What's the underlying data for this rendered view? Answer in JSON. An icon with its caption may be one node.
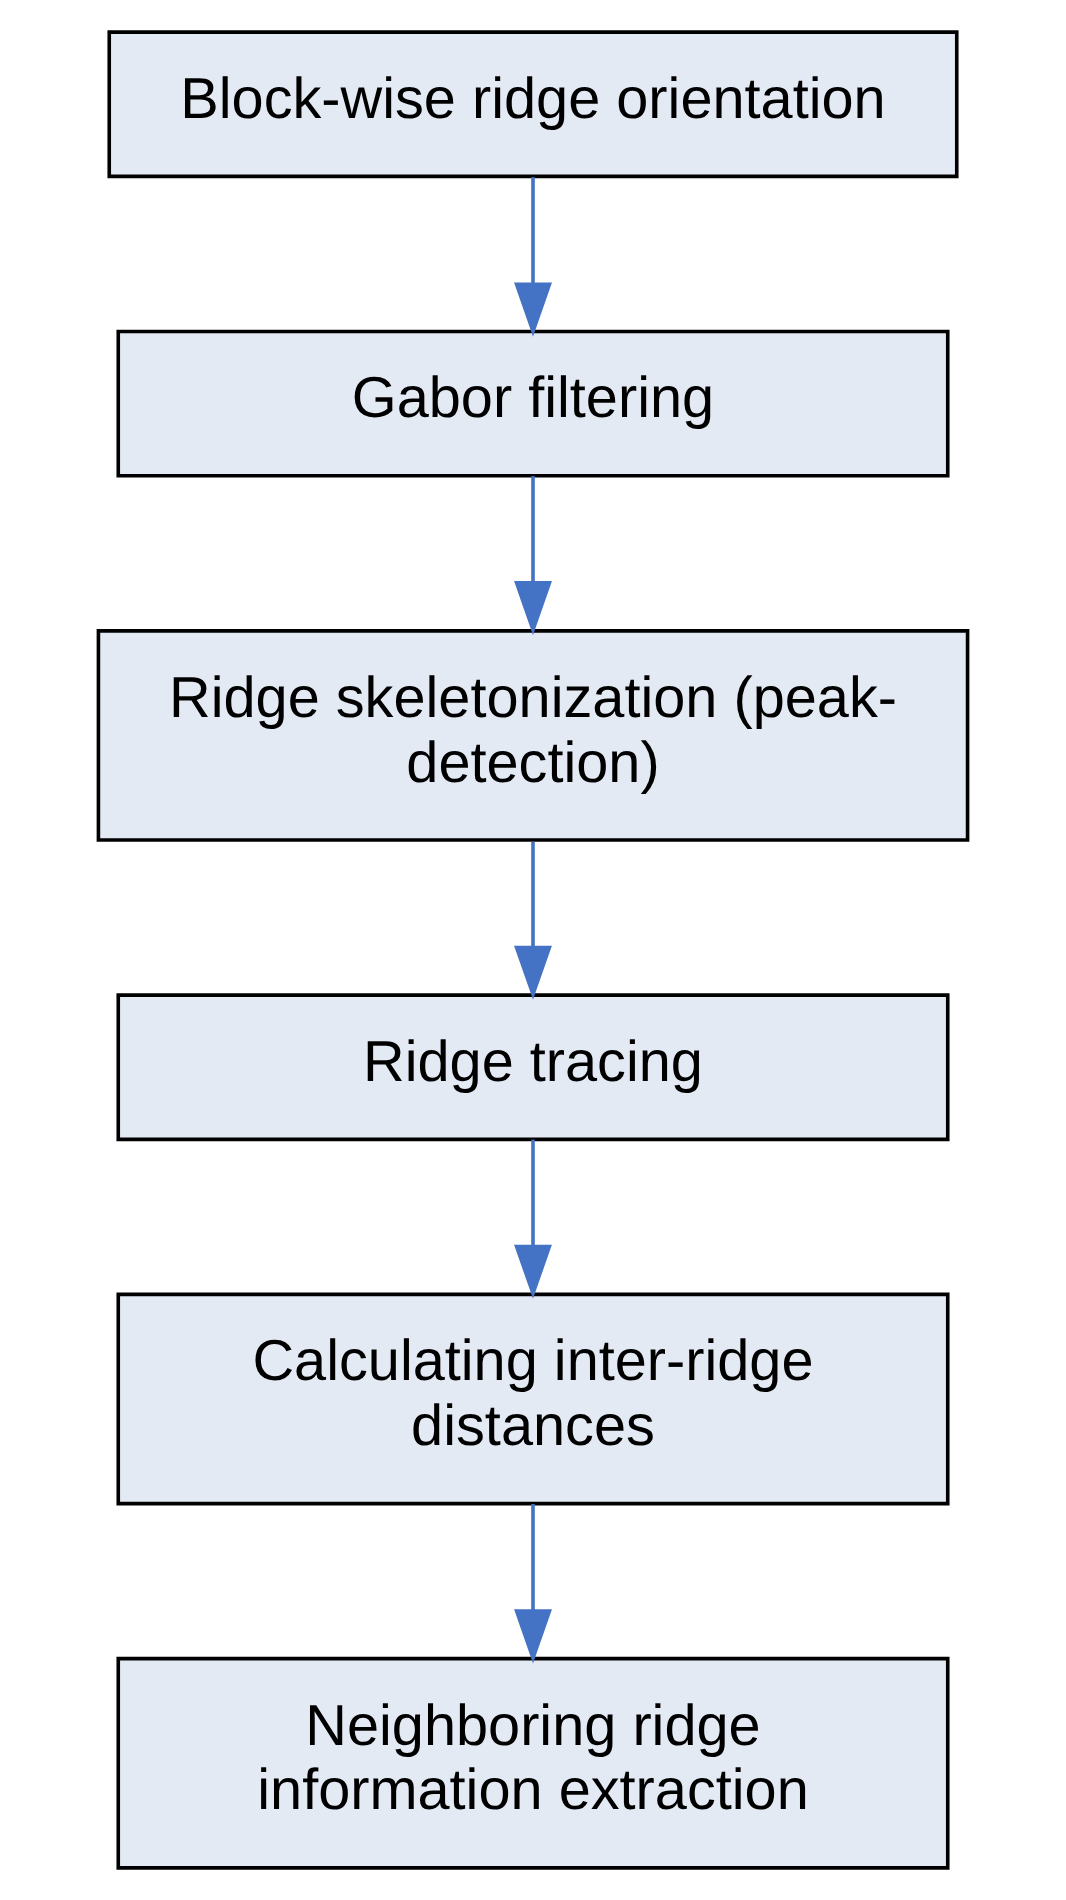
{
  "diagram": {
    "nodes": [
      {
        "text": [
          "Block-wise ridge orientation"
        ]
      },
      {
        "text": [
          "Gabor filtering"
        ]
      },
      {
        "text": [
          "Ridge skeletonization (peak-detection)"
        ]
      },
      {
        "text": [
          "Ridge tracing"
        ]
      },
      {
        "text": [
          "Calculating inter-ridge distances"
        ]
      },
      {
        "text": [
          "Neighboring ridge information extraction"
        ]
      }
    ],
    "edges": [
      {
        "from": 0,
        "to": 1,
        "arrow": "to"
      },
      {
        "from": 1,
        "to": 2,
        "arrow": "to"
      },
      {
        "from": 2,
        "to": 3,
        "arrow": "to"
      },
      {
        "from": 3,
        "to": 4,
        "arrow": "to"
      },
      {
        "from": 4,
        "to": 5,
        "arrow": "to"
      }
    ]
  }
}
